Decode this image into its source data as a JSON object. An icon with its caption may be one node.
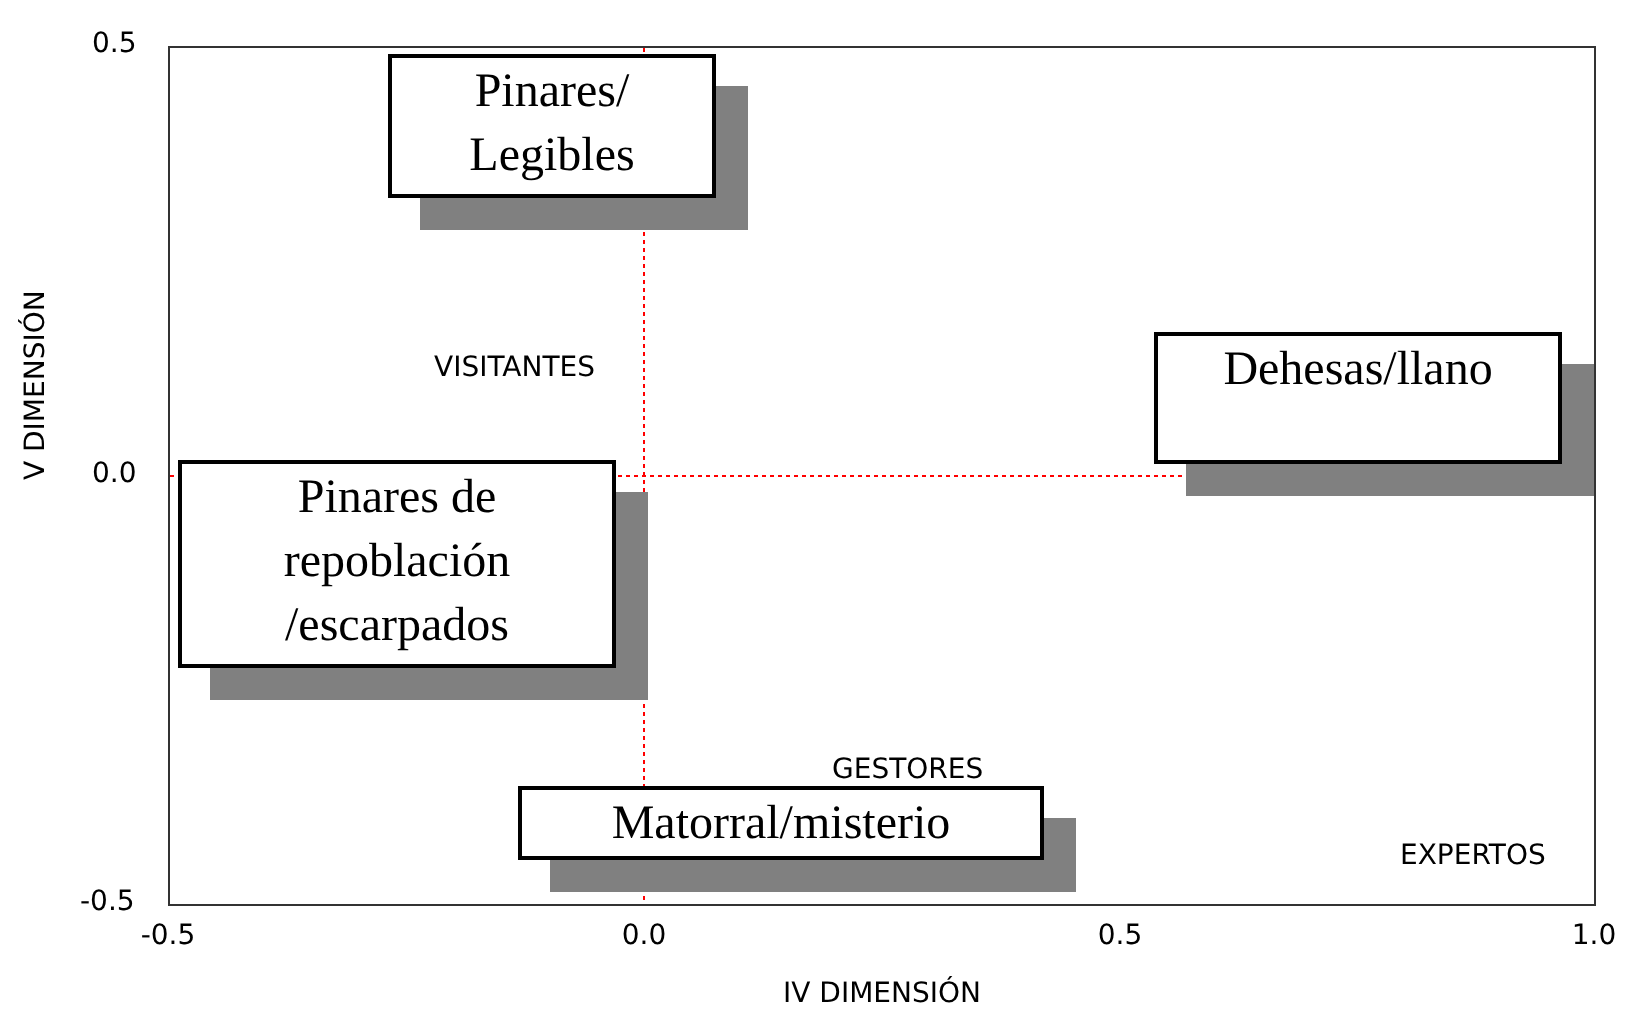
{
  "diagram": {
    "nodes": [
      {
        "text": [
          "Pinares/ Legibles"
        ]
      },
      {
        "text": [
          "Dehesas/llano"
        ]
      },
      {
        "text": [
          "Pinares de repoblación /escarpados"
        ]
      },
      {
        "text": [
          "Matorral/misterio"
        ]
      }
    ],
    "labels": [
      "0.5",
      "VISITANTES",
      "V DIMENSIÓN",
      "0.0",
      "GESTORES",
      "EXPERTOS",
      "-0.5",
      "-0.5",
      "0.0",
      "0.5",
      "1.0",
      "IV DIMENSIÓN"
    ]
  }
}
